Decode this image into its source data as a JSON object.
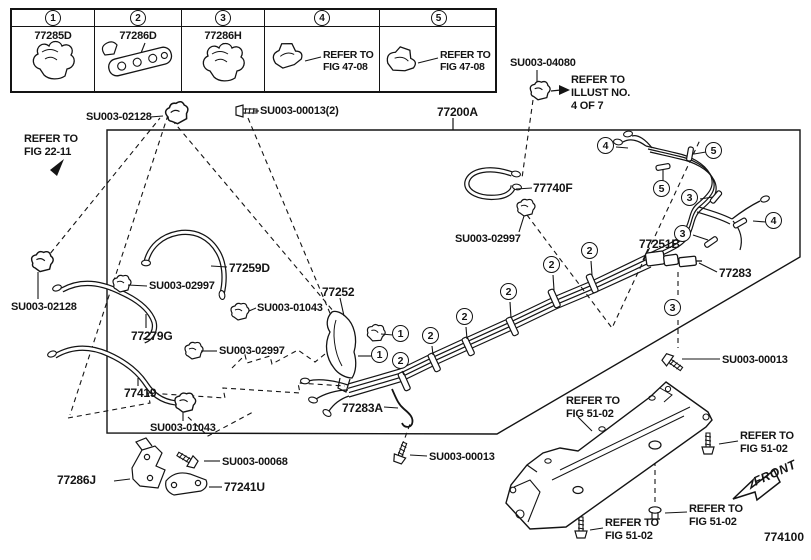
{
  "legend": {
    "items": [
      {
        "num": "1",
        "part": "77285D"
      },
      {
        "num": "2",
        "part": "77286D"
      },
      {
        "num": "3",
        "part": "77286H"
      },
      {
        "num": "4",
        "part": "REFER TO\nFIG 47-08"
      },
      {
        "num": "5",
        "part": "REFER TO\nFIG 47-08"
      }
    ]
  },
  "ann": {
    "su003_02128_top": "SU003-02128",
    "su003_00013_x2": "SU003-00013(2)",
    "p77200a": "77200A",
    "su003_04080": "SU003-04080",
    "refer_illust": "REFER TO\nILLUST NO.\n4 OF 7",
    "refer_fig_2211": "REFER TO\nFIG 22-11",
    "p77259d": "77259D",
    "su003_02997": "SU003-02997",
    "su003_02128_left": "SU003-02128",
    "su003_01043": "SU003-01043",
    "p77279g": "77279G",
    "p77419": "77419",
    "p77252": "77252",
    "p77740f": "77740F",
    "p77251b": "77251B",
    "p77283": "77283",
    "p77283a": "77283A",
    "su003_00013": "SU003-00013",
    "p77286j": "77286J",
    "su003_00068": "SU003-00068",
    "p77241u": "77241U",
    "refer_fig_5102": "REFER TO\nFIG 51-02",
    "front": "FRONT",
    "fig_code": "774100"
  },
  "callouts": {
    "n1": "1",
    "n2": "2",
    "n3": "3",
    "n4": "4",
    "n5": "5"
  }
}
